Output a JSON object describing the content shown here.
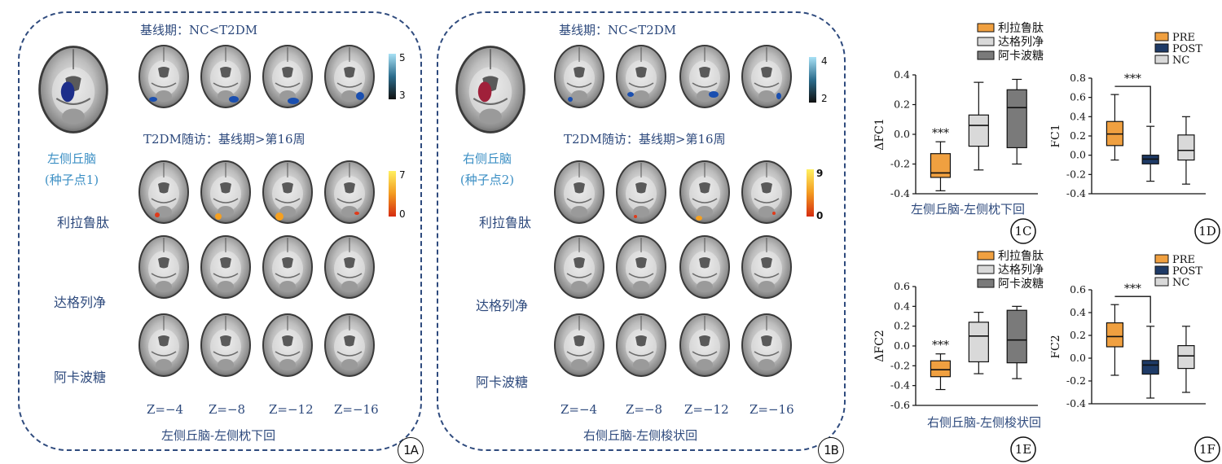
{
  "panel_a": {
    "header_baseline": "基线期：NC<T2DM",
    "header_followup": "T2DM随访：基线期>第16周",
    "seed_line1": "左侧丘脑",
    "seed_line2": "(种子点1)",
    "rows": [
      "利拉鲁肽",
      "达格列净",
      "阿卡波糖"
    ],
    "z_labels": [
      "Z=−4",
      "Z=−8",
      "Z=−12",
      "Z=−16"
    ],
    "footer": "左侧丘脑-左侧枕下回",
    "badge": "1A",
    "cbar_top": [
      "5",
      "3"
    ],
    "cbar_bottom": [
      "7",
      "0"
    ]
  },
  "panel_b": {
    "header_baseline": "基线期：NC<T2DM",
    "header_followup": "T2DM随访：基线期>第16周",
    "seed_line1": "右侧丘脑",
    "seed_line2": "(种子点2)",
    "rows": [
      "利拉鲁肽",
      "达格列净",
      "阿卡波糖"
    ],
    "z_labels": [
      "Z=−4",
      "Z=−8",
      "Z=−12",
      "Z=−16"
    ],
    "footer": "右侧丘脑-左侧梭状回",
    "badge": "1B",
    "cbar_top": [
      "4",
      "2"
    ],
    "cbar_bottom": [
      "9",
      "0"
    ]
  },
  "colors": {
    "line": "#2e4a7d",
    "seed_text": "#3b8fc4",
    "box_orange": "#f0a040",
    "box_light": "#d9d9d9",
    "box_dark": "#7a7a7a",
    "box_navy": "#1e3a66",
    "blob_blue": "#1a4fb0",
    "blob_red": "#e03a1a"
  },
  "chart_data": [
    {
      "id": "1C",
      "type": "box",
      "footer": "左侧丘脑-左侧枕下回",
      "ylabel": "ΔFC1",
      "ylim": [
        -0.4,
        0.4
      ],
      "yticks": [
        "0.4",
        "0.2",
        "0.0",
        "-0.2",
        "-0.4"
      ],
      "legend": [
        "利拉鲁肽",
        "达格列净",
        "阿卡波糖"
      ],
      "legend_pos": "top",
      "series": [
        {
          "name": "利拉鲁肽",
          "color": "#f0a040",
          "min": -0.38,
          "q1": -0.29,
          "median": -0.26,
          "q3": -0.13,
          "max": -0.05
        },
        {
          "name": "达格列净",
          "color": "#d9d9d9",
          "min": -0.24,
          "q1": -0.08,
          "median": 0.06,
          "q3": 0.13,
          "max": 0.35
        },
        {
          "name": "阿卡波糖",
          "color": "#7a7a7a",
          "min": -0.2,
          "q1": -0.09,
          "median": 0.18,
          "q3": 0.3,
          "max": 0.37
        }
      ],
      "annotation": "***",
      "badge": "1C"
    },
    {
      "id": "1D",
      "type": "box",
      "ylabel": "FC1",
      "ylim": [
        -0.4,
        0.8
      ],
      "yticks": [
        "0.8",
        "0.6",
        "0.4",
        "0.2",
        "0.0",
        "-0.2",
        "-0.4"
      ],
      "legend": [
        "PRE",
        "POST",
        "NC"
      ],
      "legend_pos": "top-right",
      "series": [
        {
          "name": "PRE",
          "color": "#f0a040",
          "min": -0.05,
          "q1": 0.1,
          "median": 0.22,
          "q3": 0.35,
          "max": 0.63
        },
        {
          "name": "POST",
          "color": "#1e3a66",
          "min": -0.27,
          "q1": -0.09,
          "median": -0.04,
          "q3": 0.0,
          "max": 0.3
        },
        {
          "name": "NC",
          "color": "#d9d9d9",
          "min": -0.3,
          "q1": -0.05,
          "median": 0.05,
          "q3": 0.21,
          "max": 0.4
        }
      ],
      "annotation": "***",
      "badge": "1D"
    },
    {
      "id": "1E",
      "type": "box",
      "footer": "右侧丘脑-左侧梭状回",
      "ylabel": "ΔFC2",
      "ylim": [
        -0.6,
        0.6
      ],
      "yticks": [
        "0.6",
        "0.4",
        "0.2",
        "0.0",
        "-0.2",
        "-0.4",
        "-0.6"
      ],
      "legend": [
        "利拉鲁肽",
        "达格列净",
        "阿卡波糖"
      ],
      "legend_pos": "top",
      "series": [
        {
          "name": "利拉鲁肽",
          "color": "#f0a040",
          "min": -0.44,
          "q1": -0.31,
          "median": -0.24,
          "q3": -0.15,
          "max": -0.08
        },
        {
          "name": "达格列净",
          "color": "#d9d9d9",
          "min": -0.28,
          "q1": -0.16,
          "median": 0.1,
          "q3": 0.24,
          "max": 0.34
        },
        {
          "name": "阿卡波糖",
          "color": "#7a7a7a",
          "min": -0.33,
          "q1": -0.17,
          "median": 0.06,
          "q3": 0.36,
          "max": 0.4
        }
      ],
      "annotation": "***",
      "badge": "1E"
    },
    {
      "id": "1F",
      "type": "box",
      "ylabel": "FC2",
      "ylim": [
        -0.4,
        0.6
      ],
      "yticks": [
        "0.6",
        "0.4",
        "0.2",
        "0.0",
        "-0.2",
        "-0.4"
      ],
      "legend": [
        "PRE",
        "POST",
        "NC"
      ],
      "legend_pos": "top-right",
      "series": [
        {
          "name": "PRE",
          "color": "#f0a040",
          "min": -0.15,
          "q1": 0.1,
          "median": 0.19,
          "q3": 0.31,
          "max": 0.47
        },
        {
          "name": "POST",
          "color": "#1e3a66",
          "min": -0.35,
          "q1": -0.14,
          "median": -0.06,
          "q3": -0.02,
          "max": 0.28
        },
        {
          "name": "NC",
          "color": "#d9d9d9",
          "min": -0.3,
          "q1": -0.09,
          "median": 0.02,
          "q3": 0.11,
          "max": 0.28
        }
      ],
      "annotation": "***",
      "badge": "1F"
    }
  ]
}
